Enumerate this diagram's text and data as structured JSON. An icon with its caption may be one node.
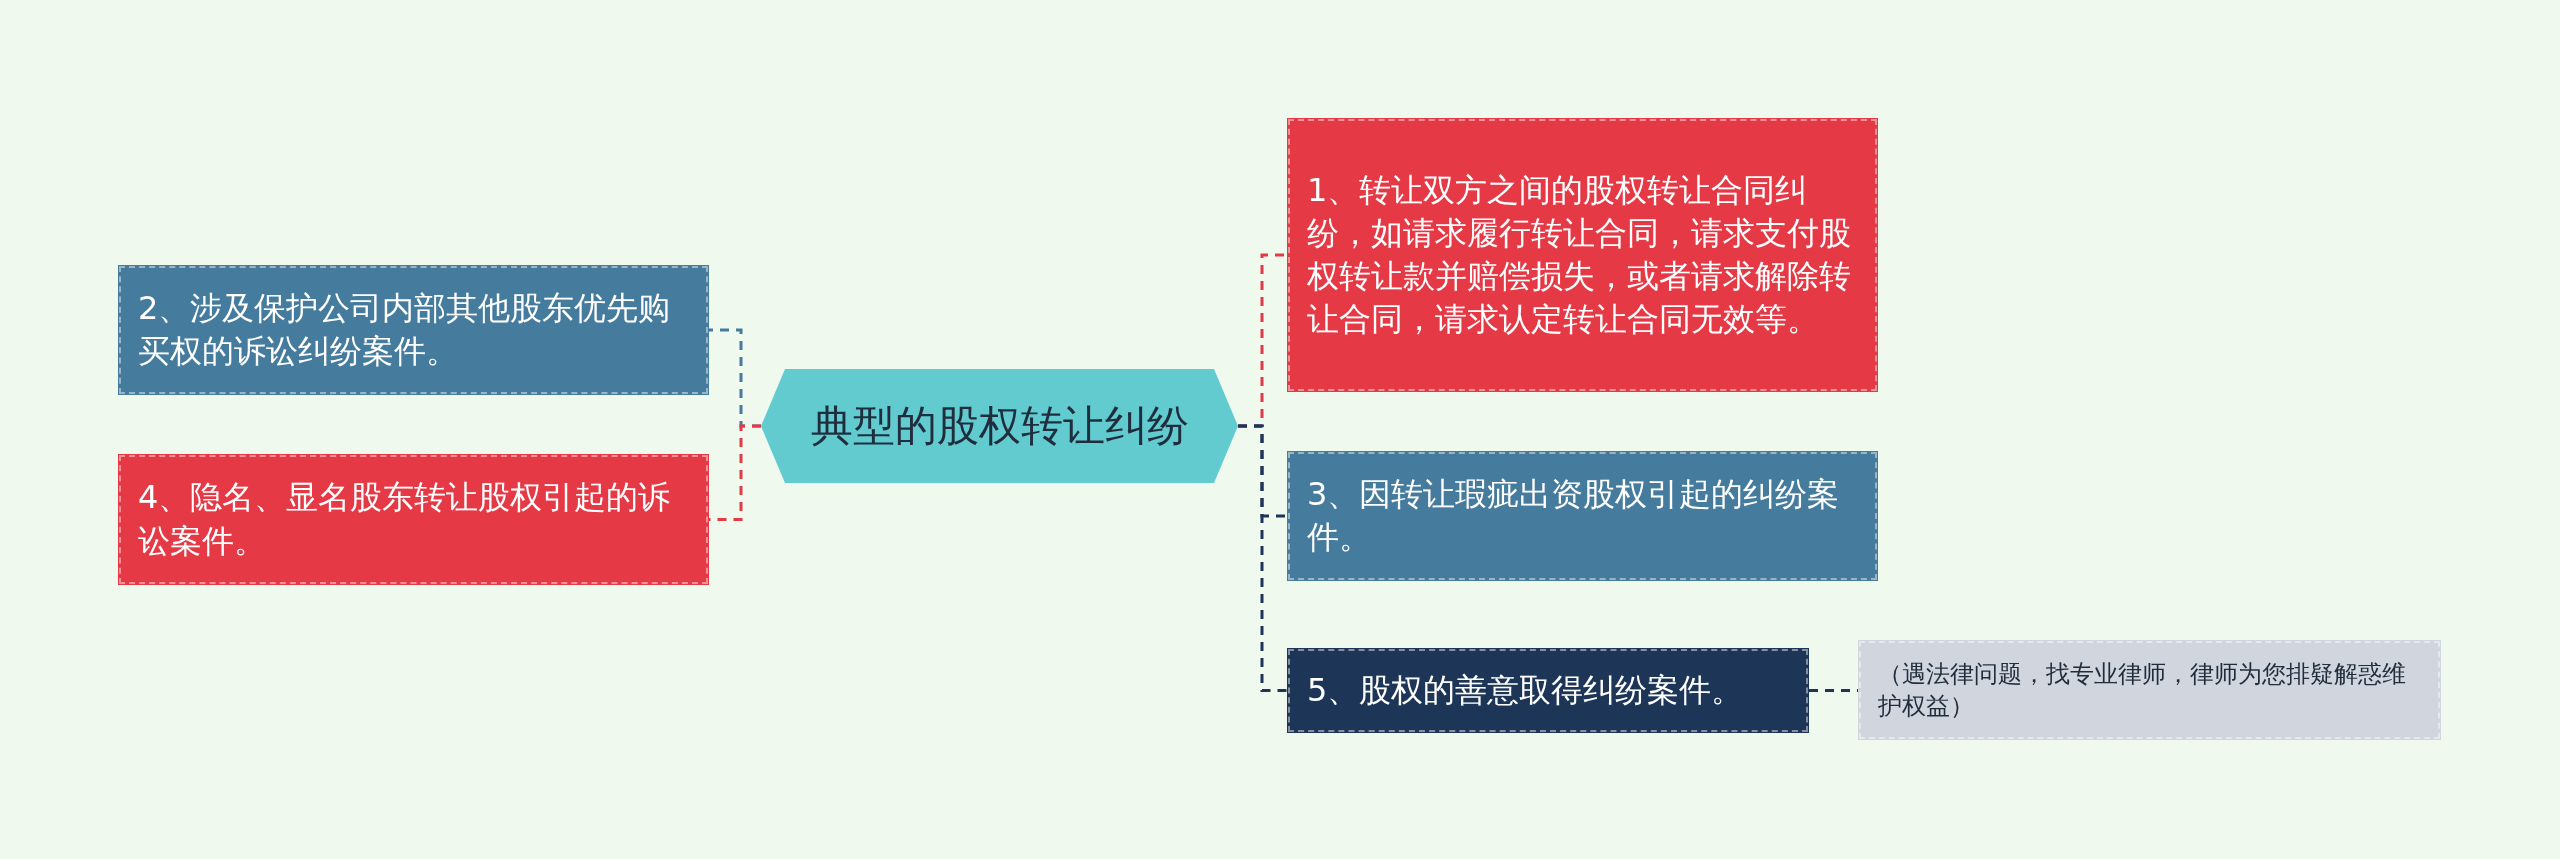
{
  "diagram": {
    "nodes": [
      {
        "text": [
          "典型的股权转让纠纷"
        ]
      },
      {
        "text": [
          "2、涉及保护公司内部其他股东优先购买权的诉讼纠纷案件。"
        ]
      },
      {
        "text": [
          "4、隐名、显名股东转让股权引起的诉讼案件。"
        ]
      },
      {
        "text": [
          "1、转让双方之间的股权转让合同纠纷，如请求履行转让合同，请求支付股权转让款并赔偿损失，或者请求解除转让合同，请求认定转让合同无效等。"
        ]
      },
      {
        "text": [
          "3、因转让瑕疵出资股权引起的纠纷案件。"
        ]
      },
      {
        "text": [
          "5、股权的善意取得纠纷案件。"
        ]
      },
      {
        "text": [
          "（遇法律问题，找专业律师，律师为您排疑解惑维护权益）"
        ]
      }
    ],
    "edges": [
      {
        "from": 0,
        "to": 1,
        "arrow": "none",
        "style": "dashed",
        "color": "#457b9d"
      },
      {
        "from": 0,
        "to": 2,
        "arrow": "none",
        "style": "dashed",
        "color": "#e63946"
      },
      {
        "from": 0,
        "to": 3,
        "arrow": "none",
        "style": "dashed",
        "color": "#e63946"
      },
      {
        "from": 0,
        "to": 4,
        "arrow": "none",
        "style": "dashed",
        "color": "#1d3557"
      },
      {
        "from": 0,
        "to": 5,
        "arrow": "none",
        "style": "dashed",
        "color": "#1d3557"
      },
      {
        "from": 5,
        "to": 6,
        "arrow": "none",
        "style": "dashed",
        "color": "#1d3557"
      }
    ]
  }
}
